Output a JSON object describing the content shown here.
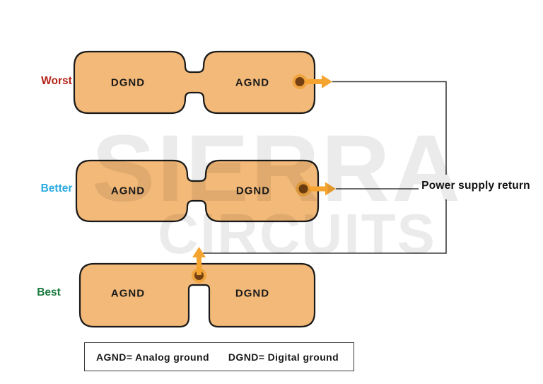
{
  "diagram": {
    "rows": [
      {
        "quality": "Worst",
        "quality_color": "#B42318",
        "left_label": "DGND",
        "right_label": "AGND"
      },
      {
        "quality": "Better",
        "quality_color": "#2BA9E1",
        "left_label": "AGND",
        "right_label": "DGND"
      },
      {
        "quality": "Best",
        "quality_color": "#1B7A3F",
        "left_label": "AGND",
        "right_label": "DGND"
      }
    ],
    "annotation": "Power supply return",
    "legend": {
      "agnd": "AGND= Analog ground",
      "dgnd": "DGND= Digital ground"
    }
  },
  "watermark": {
    "line1": "SIERRA",
    "line2": "CIRCUITS"
  },
  "colors": {
    "plane_fill": "#F3B978",
    "plane_stroke": "#1A1A1A",
    "arrow": "#F5A42F",
    "via_ring": "#EFA43F",
    "via_core": "#744011",
    "wire": "#3D3D3D",
    "worst_label": "#B42318",
    "better_label": "#2BA9E1",
    "best_label": "#1B7A3F"
  }
}
